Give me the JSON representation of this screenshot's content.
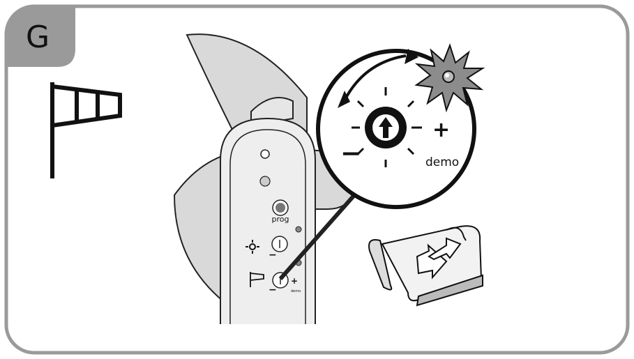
{
  "step": {
    "letter": "G"
  },
  "device": {
    "prog_label": "prog",
    "dial_minus": "−",
    "dial_plus": "+",
    "demo_label": "demo"
  },
  "magnifier": {
    "minus": "−",
    "plus": "+",
    "demo_label": "demo"
  },
  "colors": {
    "frame": "#9a9a9a",
    "tab": "#9a9a9a",
    "blade": "#d9d9d9",
    "device": "#eeeeee",
    "sun": "#8c8c8c"
  }
}
